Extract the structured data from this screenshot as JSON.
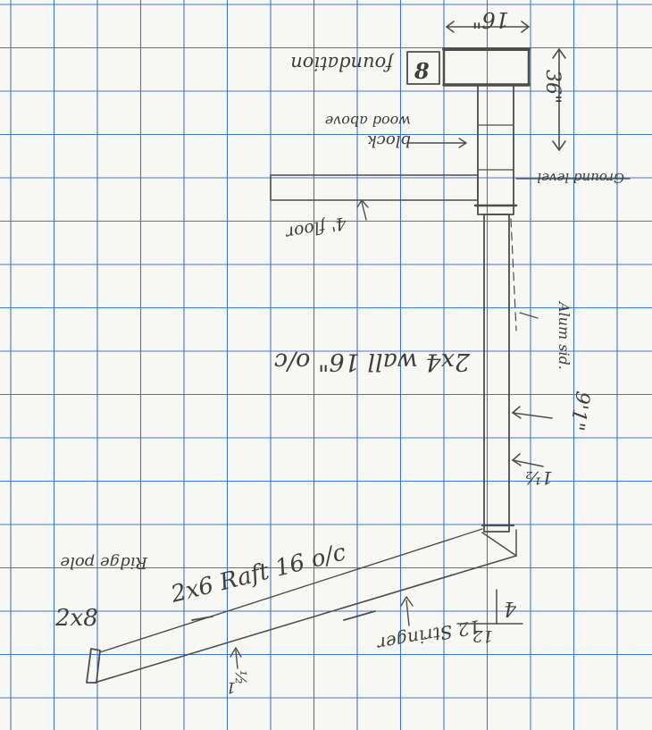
{
  "sheet": {
    "paper_color": "#f7f7f3",
    "grid_color": "#3f78c8",
    "pencil_color": "#4d4d4d"
  },
  "labels": {
    "width_16": "16\"",
    "height_36": "36\"",
    "block_8": "8",
    "foundation": "foundation",
    "block": "block",
    "wood_above": "wood above",
    "ground_level": "Ground level",
    "floor_4": "4' floor",
    "wall": "2x4 wall 16\" o/c",
    "alum_sid": "Alum sid.",
    "height_9": "9'1\"",
    "one_and_half": "1½",
    "rafter": "2x6 Raft 16 o/c",
    "ridge_pole": "Ridge pole",
    "ridge_2x8": "2x8",
    "stringer": "12 Stringer",
    "pitch_12": "12",
    "pitch_4": "4",
    "bottom_half": "½",
    "bottom_1": "1"
  }
}
